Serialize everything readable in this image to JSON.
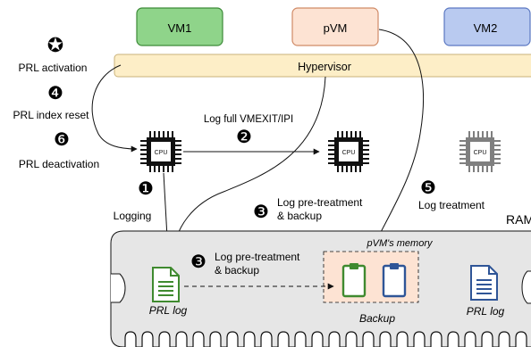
{
  "vms": {
    "vm1": "VM1",
    "pvm": "pVM",
    "vm2": "VM2"
  },
  "hypervisor": "Hypervisor",
  "cpu_label": "CPU",
  "left_labels": {
    "activation": "PRL activation",
    "index_reset": "PRL index reset",
    "deactivation": "PRL deactivation"
  },
  "steps": {
    "star_symbol": "✪",
    "s1_symbol": "❶",
    "s2_symbol": "❷",
    "s3_symbol": "❸",
    "s4_symbol": "❹",
    "s5_symbol": "❺",
    "s6_symbol": "❻",
    "logging": "Logging",
    "log_full": "Log full VMEXIT/IPI",
    "log_pre_line1": "Log pre-treatment",
    "log_pre_line2": "& backup",
    "log_treatment": "Log treatment"
  },
  "ram": {
    "label": "RAM",
    "pvm_memory": "pVM's memory",
    "prl_log_left": "PRL log",
    "prl_log_right": "PRL log",
    "backup": "Backup"
  },
  "colors": {
    "vm1_fill": "#8fd48a",
    "vm1_stroke": "#3c8a37",
    "pvm_fill": "#fde3d3",
    "pvm_stroke": "#d08a66",
    "vm2_fill": "#b9caf0",
    "vm2_stroke": "#5b78c2",
    "hypervisor_fill": "#fdeec7",
    "ram_fill": "#e6e6e6",
    "doc_green": "#3f8a2f",
    "doc_blue": "#2f5597",
    "cpu_dark": "#111111",
    "cpu_grey": "#7f7f7f"
  }
}
